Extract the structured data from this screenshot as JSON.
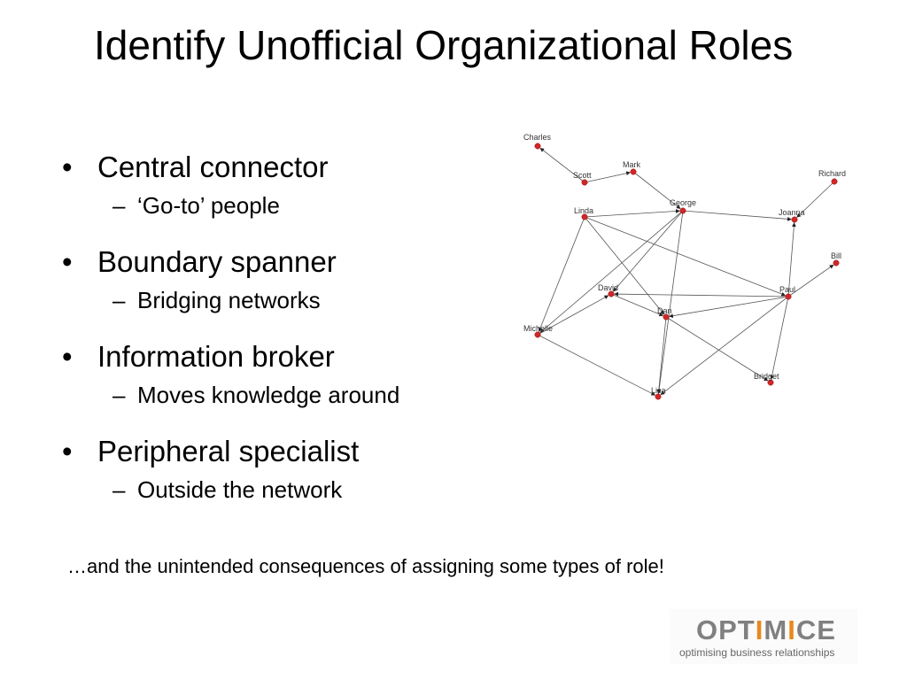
{
  "slide": {
    "title": "Identify Unofficial Organizational Roles",
    "bullets": [
      {
        "label": "Central connector",
        "sub": "‘Go-to’ people"
      },
      {
        "label": "Boundary spanner",
        "sub": "Bridging networks"
      },
      {
        "label": "Information broker",
        "sub": "Moves knowledge around"
      },
      {
        "label": "Peripheral specialist",
        "sub": "Outside the network"
      }
    ],
    "bullet_glyph": "•",
    "dash_glyph": "–",
    "footer": "…and the unintended consequences of assigning some types of role!"
  },
  "network": {
    "nodes": [
      "Charles",
      "Scott",
      "Mark",
      "Linda",
      "George",
      "Joanna",
      "Richard",
      "Bill",
      "David",
      "Paul",
      "Dan",
      "Michelle",
      "Lisa",
      "Bridget"
    ],
    "edges": [
      [
        "Scott",
        "Charles"
      ],
      [
        "Scott",
        "Mark"
      ],
      [
        "Mark",
        "George"
      ],
      [
        "Linda",
        "George"
      ],
      [
        "George",
        "Joanna"
      ],
      [
        "Richard",
        "Joanna"
      ],
      [
        "Paul",
        "Joanna"
      ],
      [
        "Paul",
        "Bill"
      ],
      [
        "Linda",
        "Paul"
      ],
      [
        "Linda",
        "Dan"
      ],
      [
        "George",
        "David"
      ],
      [
        "George",
        "Michelle"
      ],
      [
        "George",
        "Lisa"
      ],
      [
        "Paul",
        "David"
      ],
      [
        "Paul",
        "Dan"
      ],
      [
        "Paul",
        "Lisa"
      ],
      [
        "Linda",
        "Michelle"
      ],
      [
        "Michelle",
        "Lisa"
      ],
      [
        "Michelle",
        "David"
      ],
      [
        "Dan",
        "Bridget"
      ],
      [
        "Dan",
        "Lisa"
      ],
      [
        "David",
        "Dan"
      ],
      [
        "Paul",
        "Bridget"
      ]
    ],
    "node_color": "#d42626",
    "edge_color": "#555555"
  },
  "logo": {
    "word_pre": "OPT",
    "word_hi": "I",
    "word_mid": "M",
    "word_hi2": "I",
    "word_post": "CE",
    "tagline": "optimising business relationships",
    "accent": "#e8891c",
    "grey": "#808080"
  }
}
